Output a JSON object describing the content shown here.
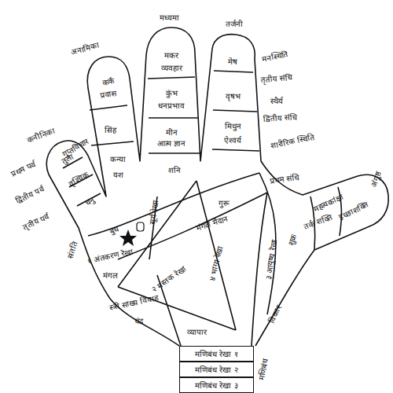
{
  "diagram": {
    "nodes": [
      {
        "text": [
          "मणिबंध रेखा १"
        ]
      },
      {
        "text": [
          "मणिबंध रेखा २"
        ]
      },
      {
        "text": [
          "मणिबंध रेखा ३"
        ]
      }
    ],
    "labels": [
      "कनीनिका",
      "अनामिका",
      "मध्यमा",
      "तर्जनी",
      "अंगुष्ठ",
      "मेष",
      "मनस्थिति",
      "तृतीय संधि",
      "वृषभ",
      "स्थैर्य",
      "द्वितीय संधि",
      "मिथुन",
      "ऐश्वर्य",
      "शारीरिक स्थिति",
      "प्रथम संधि",
      "मकर",
      "व्यवहार",
      "कुंभ",
      "धनप्रभाव",
      "मीन",
      "आत्म ज्ञान",
      "शनि",
      "कर्क",
      "प्रवास",
      "सिंह",
      "कन्या",
      "यश",
      "तुला",
      "गुप्तविचार",
      "वृश्चिक",
      "धनु",
      "प्रथम पर्व",
      "द्वितीय पर्व",
      "तृतीय पर्व",
      "गुरू",
      "सूर्य रेखा",
      "बुध",
      "संतति",
      "१ अंतकरण रेखा",
      "मंगल",
      "मंगल मैदान",
      "२ मस्तक रेखा",
      "४ भाग्य रेखा",
      "३ आयुष्य रेखा",
      "शुक्र",
      "तर्क शक्ति",
      "महत्वकांक्षा",
      "इच्छाशक्ति",
      "विकार",
      "चंद्र",
      "व्यापार",
      "स्त्री साख्य विवाह",
      "मणिबंध"
    ]
  }
}
